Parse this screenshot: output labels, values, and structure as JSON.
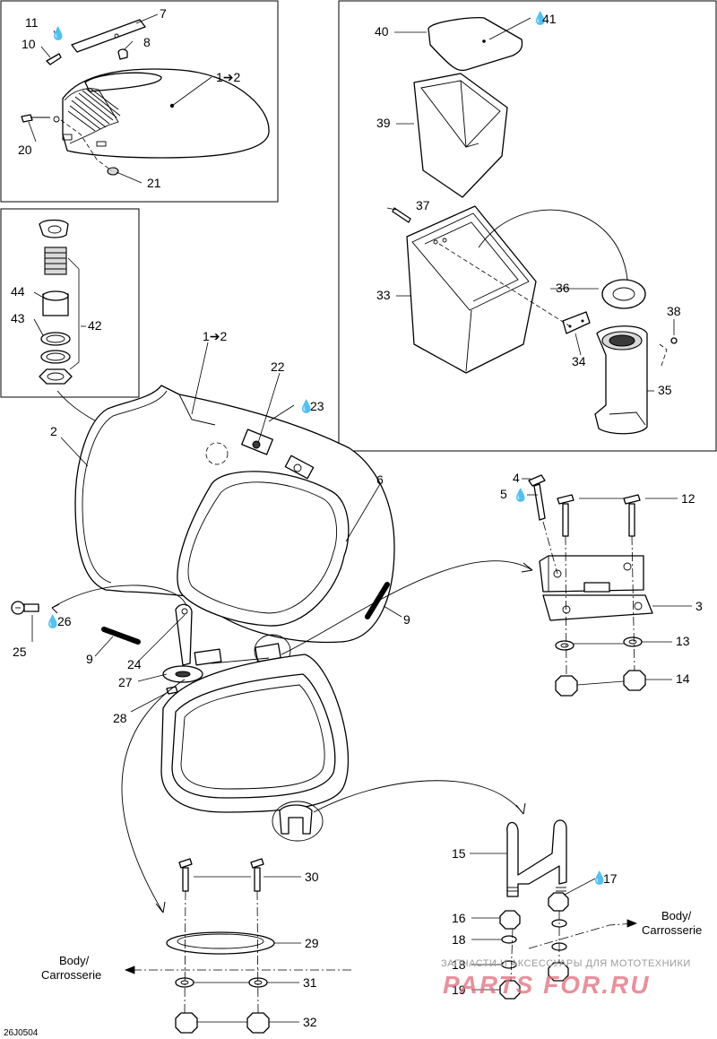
{
  "diagram": {
    "figure_code": "26J0504",
    "glue_symbol": "💧",
    "watermark": {
      "top_text": "ЗАПЧАСТИ И АКСЕССУАРЫ ДЛЯ МОТОТЕХНИКИ",
      "logo_text": "PARTS FOR.RU"
    },
    "body_label_right": {
      "line1": "Body/",
      "line2": "Carrosserie"
    },
    "body_label_left": {
      "line1": "Body/",
      "line2": "Carrosserie"
    },
    "callouts": {
      "c1": "1➔2",
      "c1b": "1➔2",
      "c2": "2",
      "c3": "3",
      "c4": "4",
      "c5": "5",
      "c6": "6",
      "c7": "7",
      "c8": "8",
      "c9a": "9",
      "c9b": "9",
      "c10": "10",
      "c11": "11",
      "c12": "12",
      "c13": "13",
      "c14": "14",
      "c15": "15",
      "c16": "16",
      "c17": "17",
      "c18a": "18",
      "c18b": "18",
      "c19": "19",
      "c20": "20",
      "c21": "21",
      "c22": "22",
      "c23": "23",
      "c24": "24",
      "c25": "25",
      "c26": "26",
      "c27": "27",
      "c28": "28",
      "c29": "29",
      "c30": "30",
      "c31": "31",
      "c32": "32",
      "c33": "33",
      "c34": "34",
      "c35": "35",
      "c36": "36",
      "c37": "37",
      "c38": "38",
      "c39": "39",
      "c40": "40",
      "c41": "41",
      "c42": "42",
      "c43": "43",
      "c44": "44"
    }
  }
}
